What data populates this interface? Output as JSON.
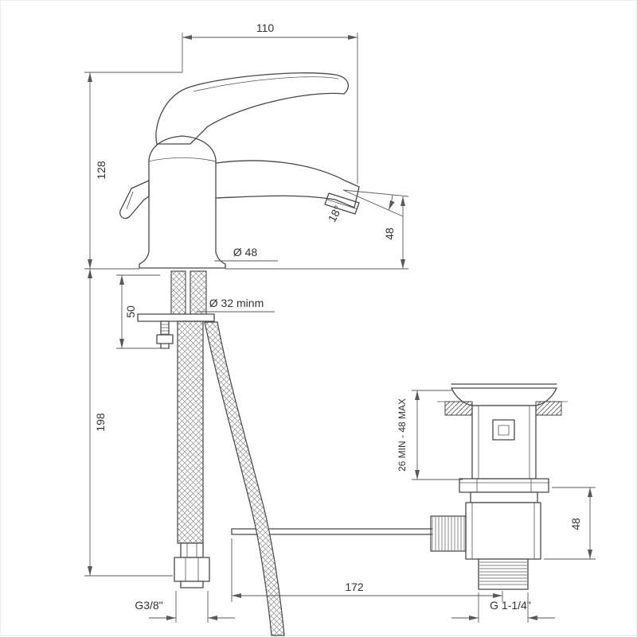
{
  "drawing": {
    "subject": "single-lever basin mixer with pop-up waste, dimensioned technical drawing",
    "line_color": "#474747",
    "background": "#ffffff"
  },
  "dimensions": {
    "spout_reach": "110",
    "body_height": "128",
    "deck_range": "50",
    "hose_length": "198",
    "base_diameter": "Ø 48",
    "spout_angle": "18°",
    "spout_height": "48",
    "min_hole": "Ø 32 minm",
    "clamp_range": "26 MIN - 48 MAX",
    "waste_body_height": "48",
    "rod_reach": "172",
    "supply_thread": "G3/8\"",
    "waste_thread": "G 1-1/4\""
  }
}
